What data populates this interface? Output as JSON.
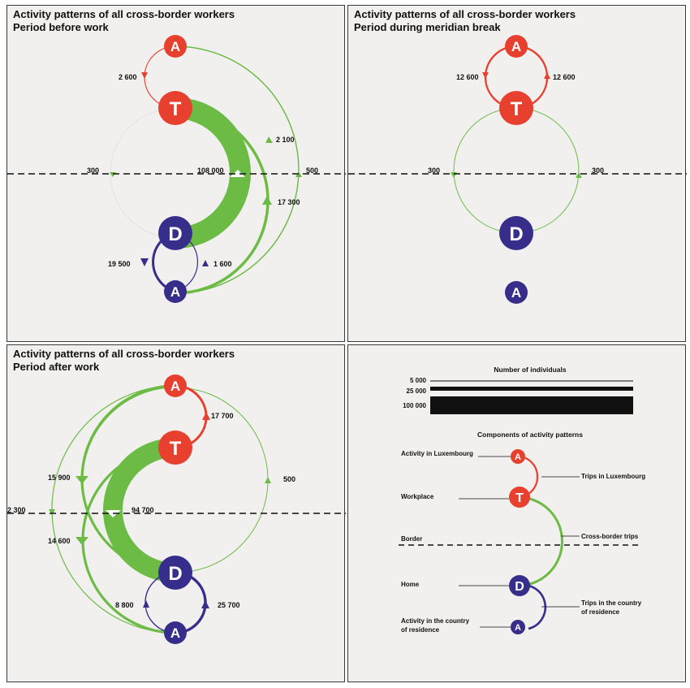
{
  "colors": {
    "luxembourg_red": "#e8402f",
    "cross_border_green": "#6cbb45",
    "residence_purple": "#372d8a",
    "panel_bg": "#f1f0ef",
    "border_line": "#111111"
  },
  "panels": {
    "before_work": {
      "title_line1": "Activity patterns of all cross-border workers",
      "title_line2": "Period before work",
      "nodes": {
        "a_lux": "A",
        "t": "T",
        "d": "D",
        "a_res": "A"
      },
      "flows": {
        "a_lux_to_t": "2 600",
        "border_left": "300",
        "t_to_d": "108 000",
        "a_res_to_a_lux_upper": "2 100",
        "border_right": "500",
        "a_res_to_t": "17 300",
        "d_to_a_res": "19 500",
        "a_res_to_d": "1 600"
      }
    },
    "meridian_break": {
      "title_line1": "Activity patterns of all cross-border workers",
      "title_line2": "Period during meridian break",
      "nodes": {
        "a_lux": "A",
        "t": "T",
        "d": "D",
        "a_res": "A"
      },
      "flows": {
        "t_to_a_lux": "12 600",
        "a_lux_to_t": "12 600",
        "border_left": "300",
        "border_right": "300"
      }
    },
    "after_work": {
      "title_line1": "Activity patterns of all cross-border workers",
      "title_line2": "Period after work",
      "nodes": {
        "a_lux": "A",
        "t": "T",
        "d": "D",
        "a_res": "A"
      },
      "flows": {
        "t_to_a_lux": "17 700",
        "a_lux_to_d_outer": "15 900",
        "a_lux_to_d_right": "500",
        "border_far_left": "2 300",
        "t_to_d": "94 700",
        "a_lux_to_a_res": "14 600",
        "a_res_to_d": "8 800",
        "d_to_a_res": "25 700"
      }
    }
  },
  "legend": {
    "scale_title": "Number of individuals",
    "scale": [
      {
        "label": "5 000"
      },
      {
        "label": "25 000"
      },
      {
        "label": "100 000"
      }
    ],
    "components_title": "Components of activity patterns",
    "items": {
      "activity_lux": "Activity in Luxembourg",
      "workplace": "Workplace",
      "border": "Border",
      "home": "Home",
      "activity_res_line1": "Activity in the country",
      "activity_res_line2": "of residence",
      "trips_lux": "Trips in Luxembourg",
      "cross_border_trips": "Cross-border trips",
      "trips_res_line1": "Trips in the country",
      "trips_res_line2": "of residence"
    },
    "nodes": {
      "a_lux": "A",
      "t": "T",
      "d": "D",
      "a_res": "A"
    }
  }
}
